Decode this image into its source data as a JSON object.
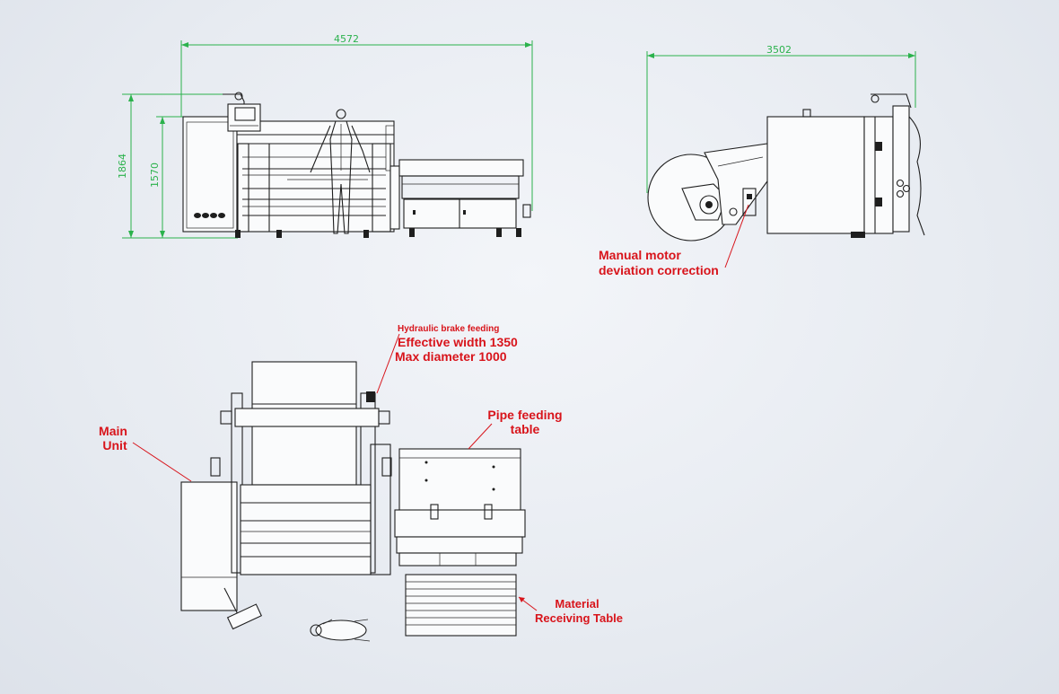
{
  "dimensions": {
    "front_width": "4572",
    "side_width": "3502",
    "height_overall": "1864",
    "height_inner": "1570"
  },
  "callouts": {
    "manual_motor": [
      "Manual motor",
      "deviation correction"
    ],
    "hydraulic_brake": "Hydraulic brake feeding",
    "effective_width": "Effective width 1350",
    "max_diameter": "Max diameter 1000",
    "pipe_feeding": [
      "Pipe feeding",
      "table"
    ],
    "main_unit": [
      "Main",
      "Unit"
    ],
    "material_receiving": [
      "Material",
      "Receiving Table"
    ]
  },
  "colors": {
    "dimension": "#2bb24c",
    "callout": "#d8141b",
    "ink": "#1e1e1e"
  }
}
